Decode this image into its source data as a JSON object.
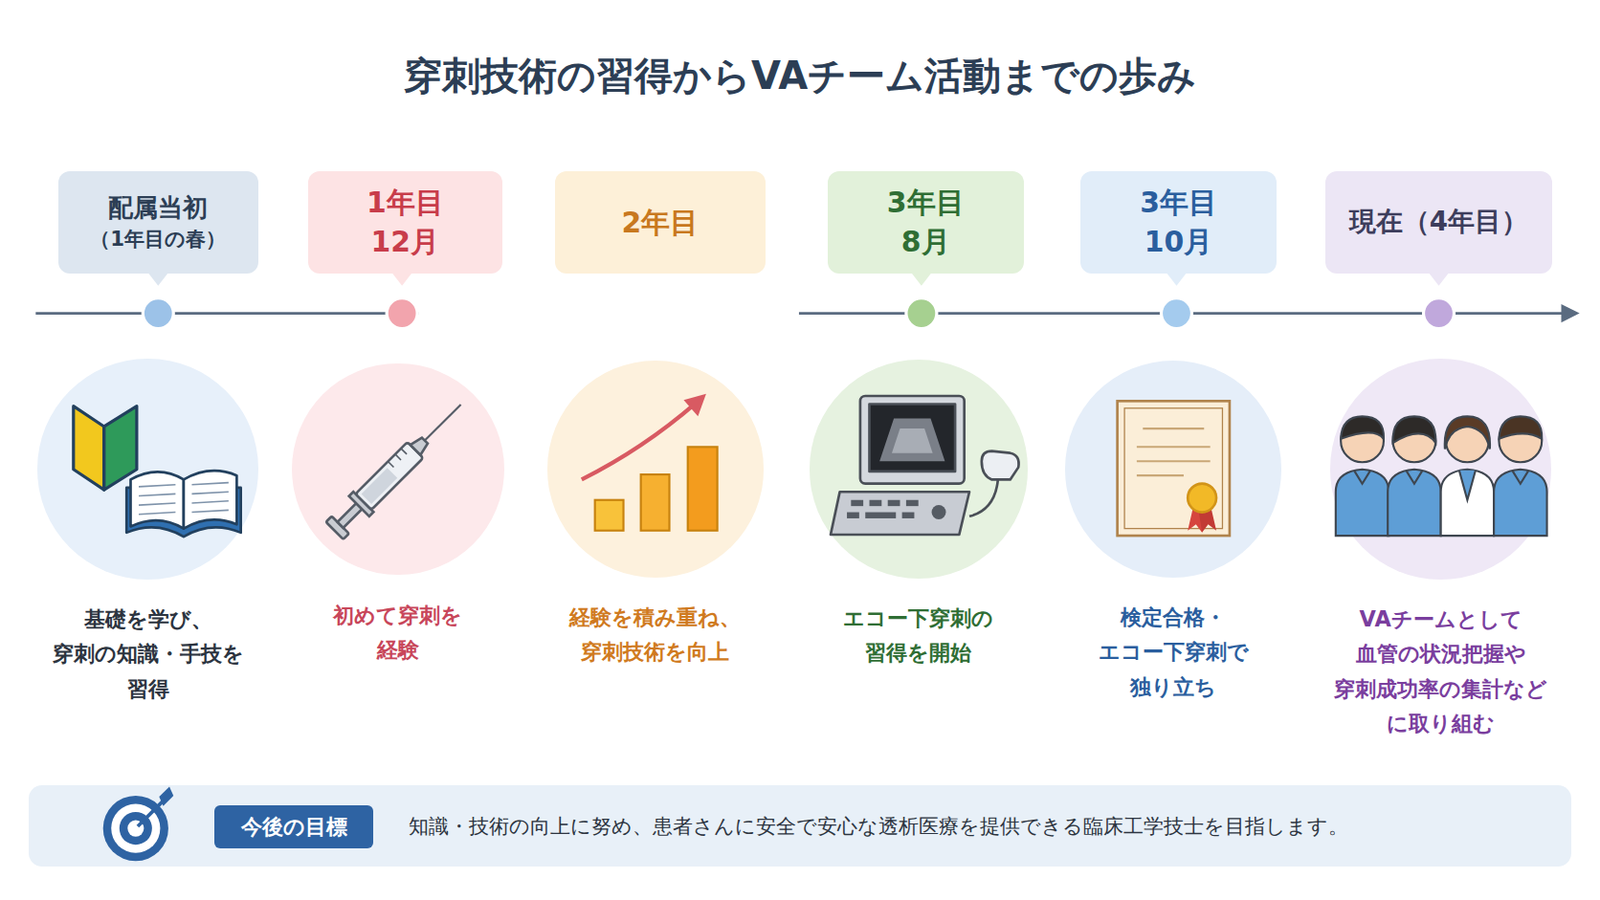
{
  "diagram": {
    "title": "穿刺技術の習得からVAチーム活動までの歩み",
    "nodes": [
      {
        "text": [
          "配属当初",
          "（1年目の春）"
        ]
      },
      {
        "text": [
          "基礎を学び、 穿刺の知識・手技を 習得"
        ]
      },
      {
        "text": [
          "1年目",
          "12月"
        ]
      },
      {
        "text": [
          "初めて穿刺を 経験"
        ]
      },
      {
        "text": [
          "2年目"
        ]
      },
      {
        "text": [
          "経験を積み重ね、 穿刺技術を向上"
        ]
      },
      {
        "text": [
          "3年目",
          "8月"
        ]
      },
      {
        "text": [
          "エコー下穿刺の 習得を開始"
        ]
      },
      {
        "text": [
          "3年目",
          "10月"
        ]
      },
      {
        "text": [
          "検定合格・ エコー下穿刺で 独り立ち"
        ]
      },
      {
        "text": [
          "現在（4年目）"
        ]
      },
      {
        "text": [
          "VAチームとして 血管の状況把握や 穿刺成功率の集計など に取り組む"
        ]
      },
      {
        "text": [
          "知識・技術の向上に努め、患者さんに安全で安心な透析医療を提供できる臨床工学技士を目指します。"
        ]
      },
      {
        "text": [
          "今後の目標"
        ],
        "in": 12
      }
    ]
  }
}
